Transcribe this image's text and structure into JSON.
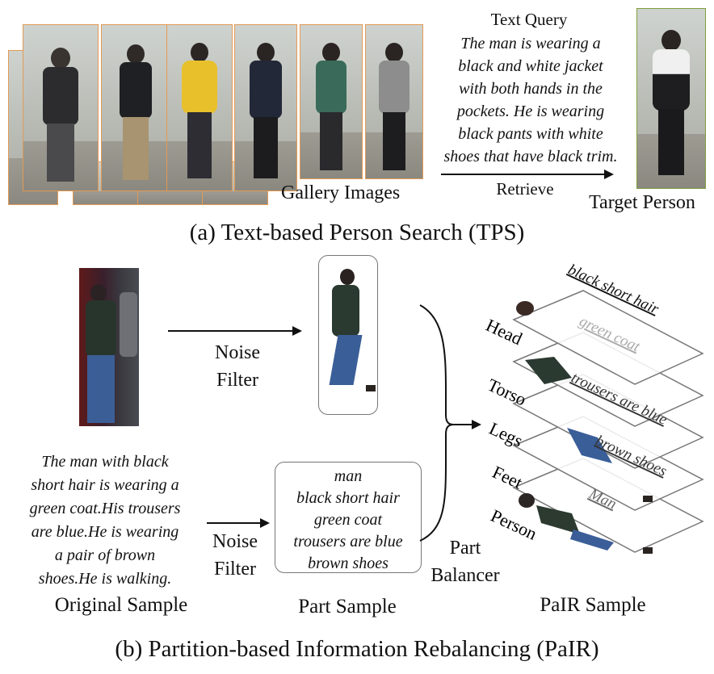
{
  "section_a": {
    "gallery_label": "Gallery Images",
    "text_query_title": "Text Query",
    "text_query_lines": [
      "The man is wearing a",
      "black and white jacket",
      "with both hands in the",
      "pockets. He is wearing",
      "black pants with white",
      "shoes that have black trim."
    ],
    "retrieve_label": "Retrieve",
    "target_label": "Target Person",
    "caption": "(a) Text-based Person Search (TPS)"
  },
  "section_b": {
    "noise_filter_top": [
      "Noise",
      "Filter"
    ],
    "noise_filter_bottom": [
      "Noise",
      "Filter"
    ],
    "original_text_lines": [
      "The man with black",
      "short hair is wearing a",
      "green coat.His trousers",
      "are blue.He is wearing",
      "a pair of brown",
      "shoes.He is walking."
    ],
    "original_label": "Original Sample",
    "part_text_lines": [
      "man",
      "black short hair",
      "green coat",
      "trousers are blue",
      "brown shoes"
    ],
    "part_label": "Part Sample",
    "balancer_label": [
      "Part",
      "Balancer"
    ],
    "pair_label": "PaIR Sample",
    "layers": [
      {
        "name": "Head",
        "text": "black short hair"
      },
      {
        "name": "Torso",
        "text": "green coat"
      },
      {
        "name": "Legs",
        "text": "trousers are blue"
      },
      {
        "name": "Feet",
        "text": "brown shoes"
      },
      {
        "name": "Person",
        "text": "Man"
      }
    ],
    "caption": "(b) Partition-based Information Rebalancing (PaIR)"
  },
  "colors": {
    "photo_border": "#e39a55",
    "ink": "#111111",
    "card_border": "#777777"
  }
}
